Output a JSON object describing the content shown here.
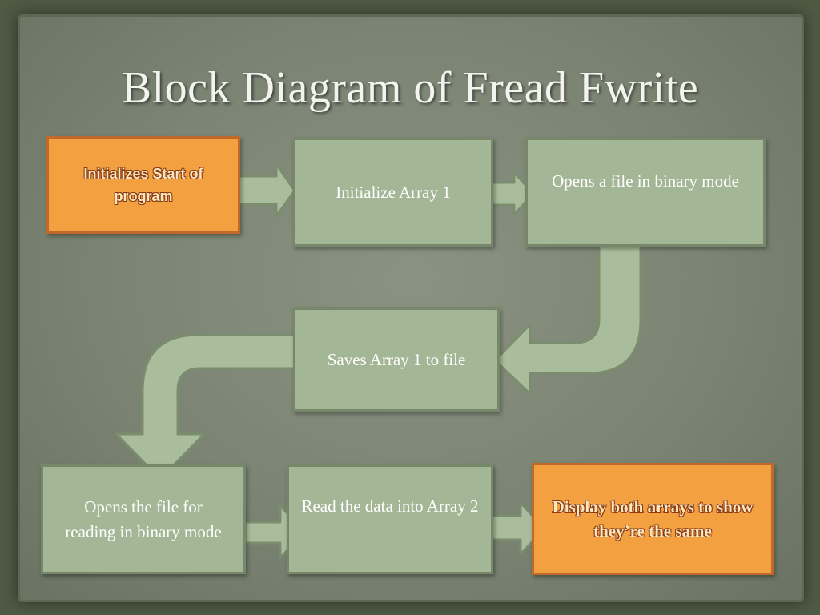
{
  "slide": {
    "title": "Block Diagram of Fread Fwrite"
  },
  "colors": {
    "box_fill": "#a3b695",
    "box_border": "#76876a",
    "highlight_fill": "#f3a041",
    "highlight_border": "#c0692a",
    "arrow_fill": "#a9bd9c"
  },
  "diagram": {
    "steps": [
      {
        "id": "start",
        "label": "Initializes Start of program"
      },
      {
        "id": "init-array",
        "label": "Initialize Array 1"
      },
      {
        "id": "open-binary",
        "label": "Opens a file in binary mode"
      },
      {
        "id": "save-array",
        "label": "Saves Array 1 to file"
      },
      {
        "id": "open-read",
        "label": "Opens the file for reading in binary mode"
      },
      {
        "id": "read-data",
        "label": "Read the data into Array 2"
      },
      {
        "id": "display",
        "label": "Display both arrays to show they’re the same"
      }
    ]
  }
}
